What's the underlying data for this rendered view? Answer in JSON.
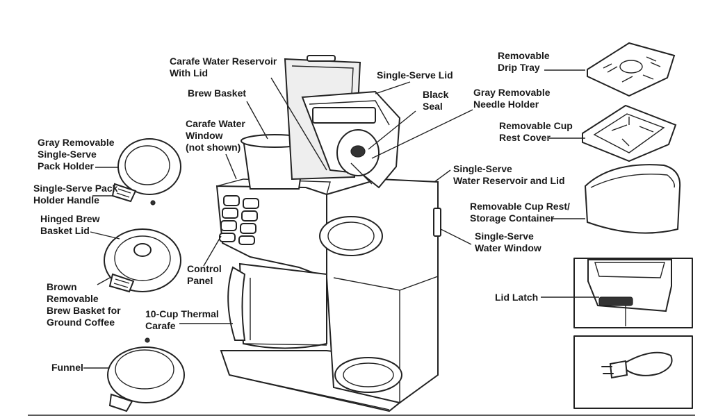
{
  "labels": {
    "carafe_reservoir": [
      "Carafe Water Reservoir",
      "With Lid"
    ],
    "brew_basket": [
      "Brew Basket"
    ],
    "carafe_window": [
      "Carafe Water",
      "Window",
      "(not shown)"
    ],
    "single_serve_lid": [
      "Single-Serve Lid"
    ],
    "black_seal": [
      "Black",
      "Seal"
    ],
    "needle_holder": [
      "Gray Removable",
      "Needle Holder"
    ],
    "drip_tray": [
      "Removable",
      "Drip Tray"
    ],
    "cup_rest_cover": [
      "Removable Cup",
      "Rest Cover"
    ],
    "pack_holder": [
      "Gray Removable",
      "Single-Serve",
      "Pack Holder"
    ],
    "pack_handle": [
      "Single-Serve Pack",
      "Holder Handle"
    ],
    "ss_reservoir": [
      "Single-Serve",
      "Water Reservoir and Lid"
    ],
    "storage_container": [
      "Removable Cup Rest/",
      "Storage Container"
    ],
    "hinged_lid": [
      "Hinged Brew",
      "Basket Lid"
    ],
    "ss_window": [
      "Single-Serve",
      "Water Window"
    ],
    "control_panel": [
      "Control",
      "Panel"
    ],
    "brew_basket_ground": [
      "Brown",
      "Removable",
      "Brew Basket for",
      "Ground Coffee"
    ],
    "lid_latch": [
      "Lid Latch"
    ],
    "thermal_carafe": [
      "10-Cup Thermal",
      "Carafe"
    ],
    "funnel": [
      "Funnel"
    ]
  }
}
